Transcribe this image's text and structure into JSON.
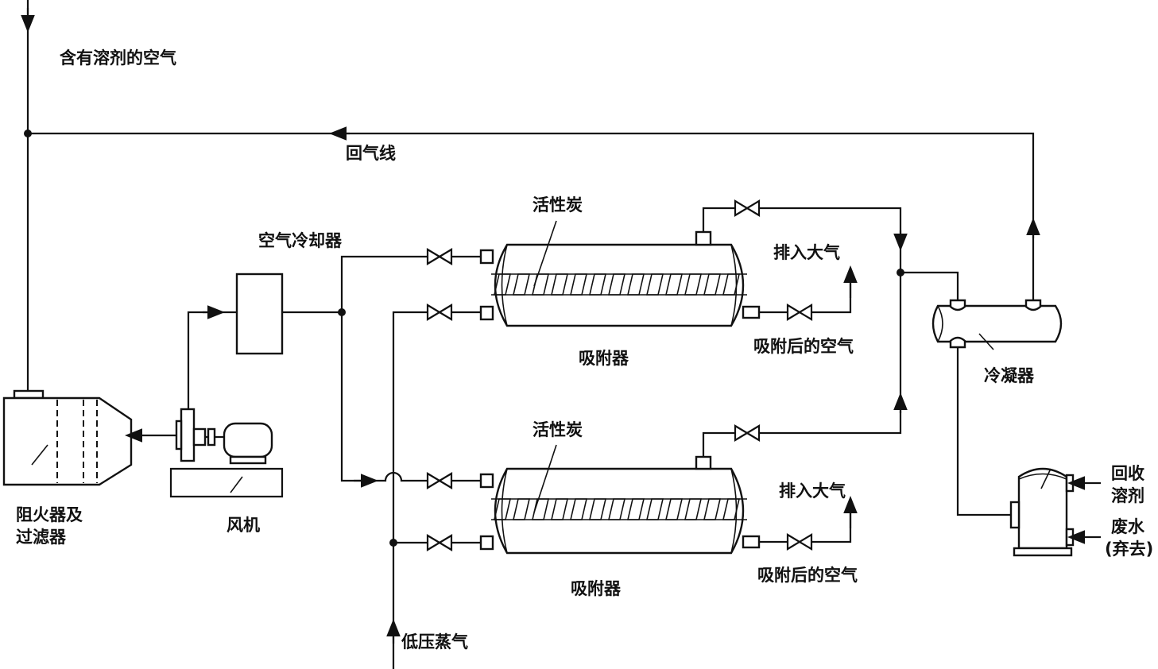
{
  "labels": {
    "inlet_air": "含有溶剂的空气",
    "return_line": "回气线",
    "air_cooler": "空气冷却器",
    "carbon_1": "活性炭",
    "carbon_2": "活性炭",
    "vent_1": "排入大气",
    "vent_2": "排入大气",
    "adsorber_1": "吸附器",
    "adsorber_2": "吸附器",
    "treated_air_1": "吸附后的空气",
    "treated_air_2": "吸附后的空气",
    "condenser": "冷凝器",
    "recovered_solvent_1": "回收",
    "recovered_solvent_2": "溶剂",
    "waste_water_1": "废水",
    "waste_water_2": "(弃去)",
    "filter_1": "阻火器及",
    "filter_2": "过滤器",
    "fan": "风机",
    "low_pressure_steam": "低压蒸气"
  }
}
